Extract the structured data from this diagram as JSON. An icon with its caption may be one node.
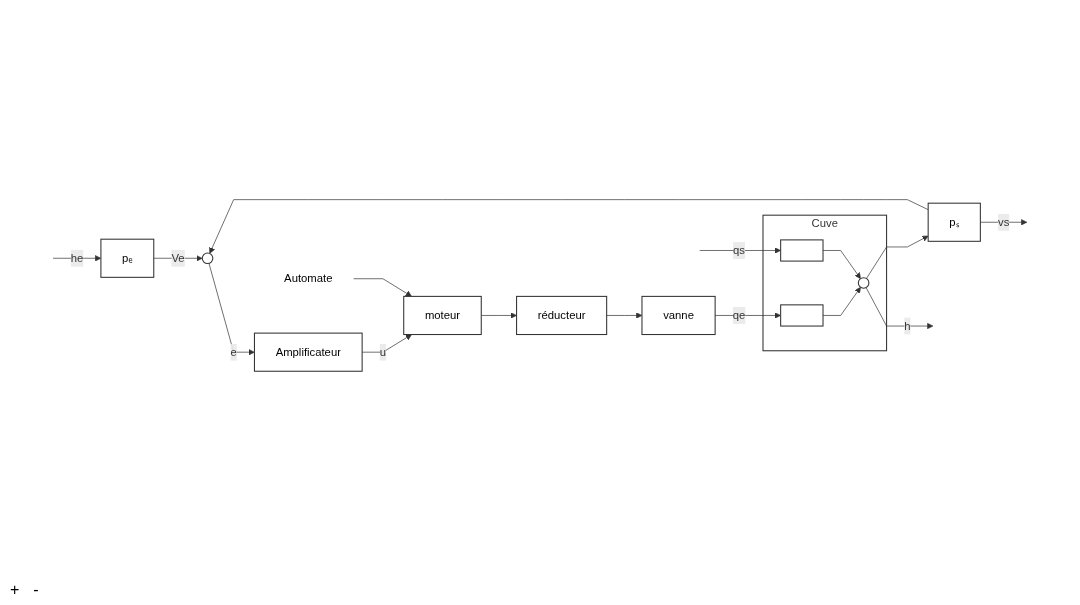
{
  "diagram": {
    "nodes": [
      {
        "text": [
          "pₑ"
        ]
      },
      {
        "text": [],
        "shape": "circle"
      },
      {
        "text": [
          "Amplificateur"
        ]
      },
      {
        "text": [
          "moteur"
        ]
      },
      {
        "text": [
          "réducteur"
        ]
      },
      {
        "text": [
          "Automate"
        ]
      },
      {
        "text": [
          "Cuve"
        ]
      },
      {
        "text": [],
        "shape": "box",
        "in": 6
      },
      {
        "text": [],
        "shape": "circle",
        "in": 6
      },
      {
        "text": [],
        "shape": "box",
        "in": 6
      },
      {
        "text": [
          "vanne"
        ]
      },
      {
        "text": [
          "pₛ"
        ]
      }
    ],
    "edges": [
      {
        "from": null,
        "to": 0,
        "arrow": "to",
        "label": "he"
      },
      {
        "from": 0,
        "to": 1,
        "arrow": "to",
        "label": "Ve"
      },
      {
        "from": 1,
        "to": 2,
        "arrow": "to",
        "label": "e"
      },
      {
        "from": 2,
        "to": 3,
        "arrow": "to",
        "label": "u"
      },
      {
        "from": 5,
        "to": 3,
        "arrow": "to"
      },
      {
        "from": 3,
        "to": 4,
        "arrow": "to"
      },
      {
        "from": 4,
        "to": 10,
        "arrow": "to"
      },
      {
        "from": 10,
        "to": 9,
        "arrow": "to",
        "label": "qe"
      },
      {
        "from": 9,
        "to": 8,
        "arrow": "to"
      },
      {
        "from": 7,
        "to": 8,
        "arrow": "to"
      },
      {
        "from": null,
        "to": 7,
        "arrow": "to",
        "label": "qs"
      },
      {
        "from": 8,
        "to": 11,
        "arrow": "to"
      },
      {
        "from": 8,
        "to": null,
        "arrow": "to",
        "label": "h"
      },
      {
        "from": 11,
        "to": null,
        "arrow": "to",
        "label": "vs"
      },
      {
        "from": 11,
        "to": 1,
        "arrow": "to"
      }
    ],
    "labels": [
      "+",
      "-"
    ]
  }
}
